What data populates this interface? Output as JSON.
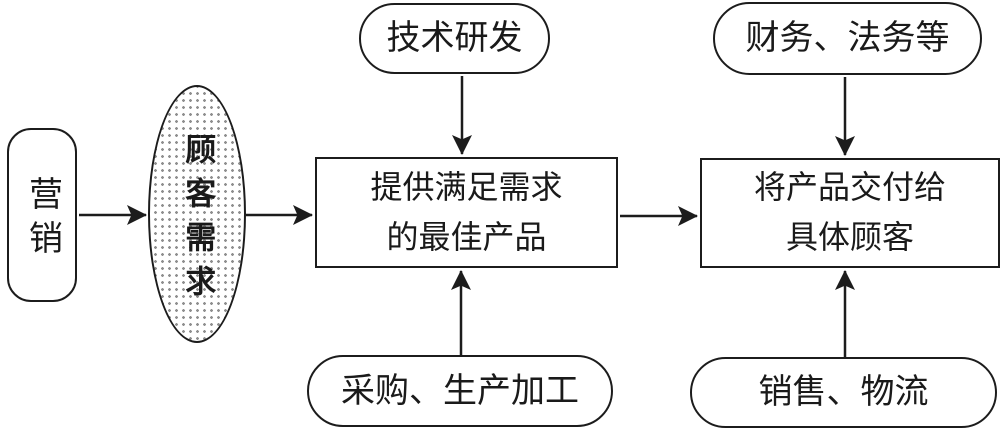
{
  "diagram": {
    "type": "flowchart",
    "nodes": {
      "marketing": {
        "label": "营销",
        "shape": "rounded-rect",
        "text_orientation": "vertical"
      },
      "customer_need": {
        "label": "顾客需求",
        "shape": "dotted-ellipse",
        "text_orientation": "vertical"
      },
      "tech_rd": {
        "label": "技术研发",
        "shape": "pill"
      },
      "finance_legal": {
        "label": "财务、法务等",
        "shape": "pill"
      },
      "best_product": {
        "lines": [
          "提供满足需求",
          "的最佳产品"
        ],
        "shape": "rectangle"
      },
      "deliver": {
        "lines": [
          "将产品交付给",
          "具体顾客"
        ],
        "shape": "rectangle"
      },
      "procurement_production": {
        "label": "采购、生产加工",
        "shape": "pill"
      },
      "sales_logistics": {
        "label": "销售、物流",
        "shape": "pill"
      }
    },
    "edges": [
      {
        "from": "marketing",
        "to": "customer_need",
        "direction": "right"
      },
      {
        "from": "customer_need",
        "to": "best_product",
        "direction": "right"
      },
      {
        "from": "tech_rd",
        "to": "best_product",
        "direction": "down"
      },
      {
        "from": "finance_legal",
        "to": "deliver",
        "direction": "down"
      },
      {
        "from": "best_product",
        "to": "deliver",
        "direction": "right"
      },
      {
        "from": "procurement_production",
        "to": "best_product",
        "direction": "up"
      },
      {
        "from": "sales_logistics",
        "to": "deliver",
        "direction": "up"
      }
    ],
    "colors": {
      "stroke": "#1c1c1c",
      "dot_pattern": "#8f8f8f",
      "background": "#ffffff",
      "text": "#1a1a1a"
    }
  }
}
